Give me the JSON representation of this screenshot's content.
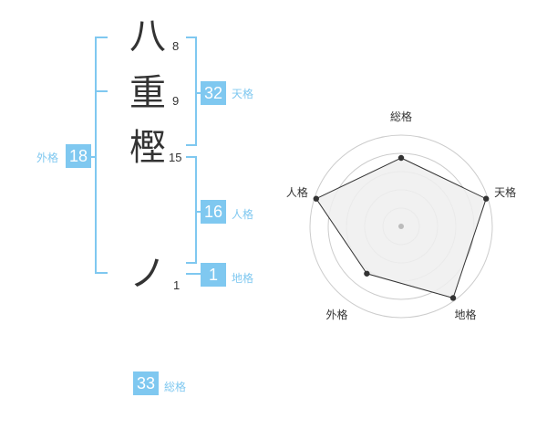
{
  "name_chars": [
    {
      "char": "八",
      "strokes": "8"
    },
    {
      "char": "重",
      "strokes": "9"
    },
    {
      "char": "樫",
      "strokes": "15"
    },
    {
      "char": "ノ",
      "strokes": "1"
    }
  ],
  "fortunes": {
    "tenkaku": {
      "value": "32",
      "label": "天格"
    },
    "jinkaku": {
      "value": "16",
      "label": "人格"
    },
    "chikaku": {
      "value": "1",
      "label": "地格"
    },
    "gaikaku": {
      "value": "18",
      "label": "外格"
    },
    "soukaku": {
      "value": "33",
      "label": "総格"
    }
  },
  "radar": {
    "axes": [
      "総格",
      "天格",
      "地格",
      "外格",
      "人格"
    ],
    "values": [
      0.75,
      0.98,
      0.97,
      0.64,
      0.98
    ],
    "line_color": "#333333",
    "fill_color": "#eeeeee",
    "ring_color": "#cccccc",
    "center_color": "#bbbbbb"
  },
  "accent_color": "#7fc8f0"
}
